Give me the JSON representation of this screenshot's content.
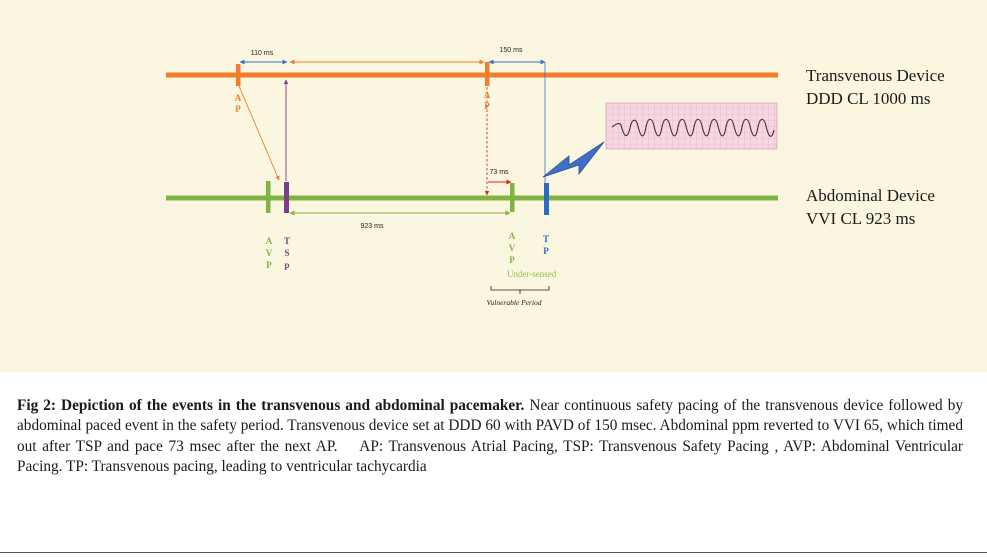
{
  "colors": {
    "background": "#fbf6df",
    "transvenous": "#f07e2d",
    "abdominal": "#7fb443",
    "interval": "#3d74c4",
    "tsp": "#7b3c8c",
    "tp": "#2a6bc4"
  },
  "devices": {
    "transvenous": {
      "name": "Transvenous Device",
      "mode": "DDD CL 1000 ms"
    },
    "abdominal": {
      "name": "Abdominal Device",
      "mode": "VVI CL 923 ms"
    }
  },
  "intervals": {
    "i110": "110 ms",
    "i150": "150 ms",
    "i73": "73 ms",
    "i923": "923 ms"
  },
  "event_labels": {
    "ap1": [
      "A",
      "P"
    ],
    "ap2": [
      "A",
      "P"
    ],
    "avp1": [
      "A",
      "V",
      "P"
    ],
    "tsp": [
      "T",
      "S",
      "p"
    ],
    "avp2": [
      "A",
      "V",
      "P"
    ],
    "tp": [
      "T",
      "P"
    ]
  },
  "under_sensed": "Under-sensed",
  "vulnerable_period": "Vulnerable Period",
  "ecg_icon": "ventricular-tachycardia-ecg-strip",
  "shock_icon": "lightning-bolt-icon",
  "caption": {
    "title": "Fig 2: Depiction of the events in the transvenous and abdominal pacemaker.",
    "body": " Near continuous safety pacing of the transvenous device followed by abdominal paced event in the safety period. Transvenous device set at DDD 60 with PAVD of 150 msec. Abdominal ppm reverted to VVI 65, which timed out after TSP and pace 73 msec after the next AP.    AP: Transvenous Atrial Pacing, TSP: Transvenous Safety Pacing , AVP: Abdominal Ventricular Pacing. TP: Transvenous pacing, leading to ventricular tachycardia"
  }
}
